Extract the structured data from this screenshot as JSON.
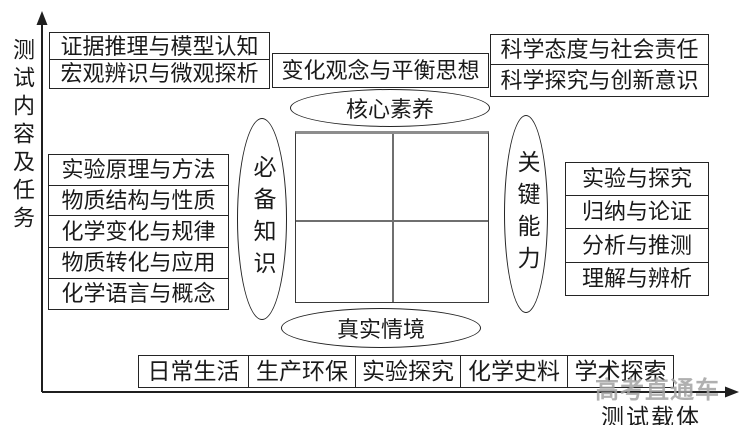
{
  "axes": {
    "y_label": "测试内容及任务",
    "x_label": "测试载体"
  },
  "top": {
    "left_boxes": [
      "证据推理与模型认知",
      "宏观辨识与微观探析"
    ],
    "center_box": "变化观念与平衡思想",
    "right_boxes": [
      "科学态度与社会责任",
      "科学探究与创新意识"
    ]
  },
  "ellipses": {
    "top": "核心素养",
    "left": "必备知识",
    "right": "关键能力",
    "bottom": "真实情境"
  },
  "left_boxes": [
    "实验原理与方法",
    "物质结构与性质",
    "化学变化与规律",
    "物质转化与应用",
    "化学语言与概念"
  ],
  "right_boxes": [
    "实验与探究",
    "归纳与论证",
    "分析与推测",
    "理解与辨析"
  ],
  "bottom_boxes": [
    "日常生活",
    "生产环保",
    "实验探究",
    "化学史料",
    "学术探索"
  ],
  "watermark": "高考直通车",
  "colors": {
    "line": "#1a1a1a",
    "watermark": "#a3a3a3",
    "background": "#ffffff"
  }
}
